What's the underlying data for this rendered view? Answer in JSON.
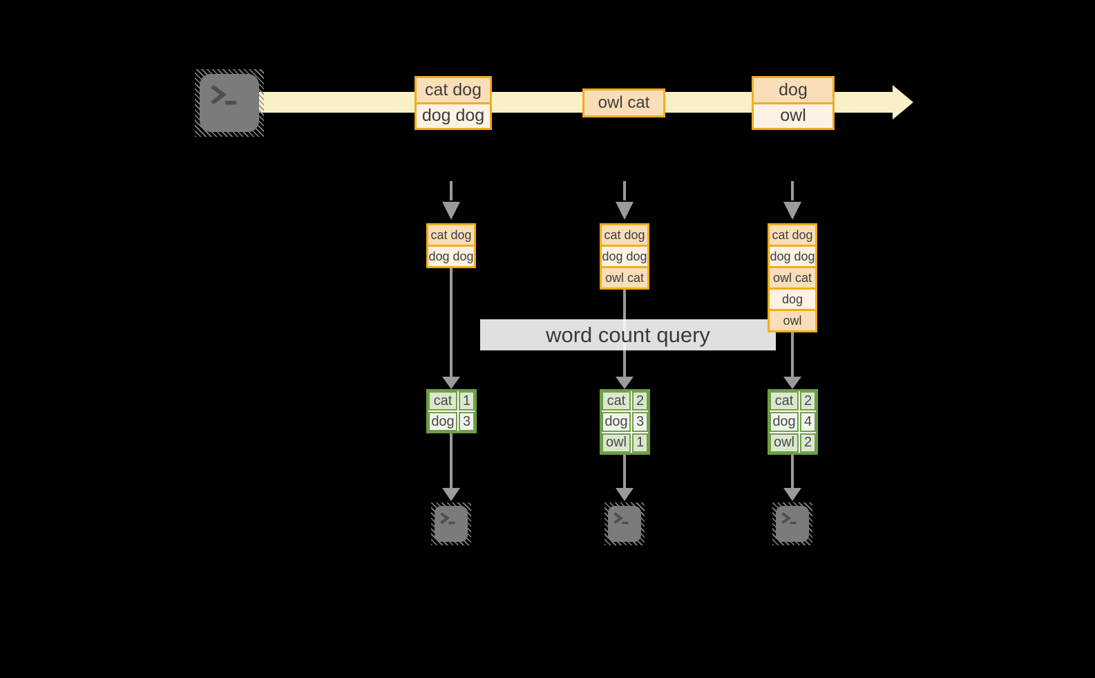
{
  "palette": {
    "background": "#000000",
    "stream_fill": "#faf0c7",
    "event_border": "#f0ad1e",
    "event_fill_dark": "#fadeb8",
    "event_fill_light": "#fdf2e3",
    "table_border": "#6ea046",
    "table_fill_dark": "#dbe7ce",
    "table_fill_light": "#f1f6ed",
    "connector_gray": "#9b9b9b",
    "terminal_gray": "#7b7b7b",
    "text": "#3d3d3d",
    "query_background": "#ffffff"
  },
  "stream": {
    "events": [
      {
        "lines": [
          "cat dog",
          "dog dog"
        ]
      },
      {
        "lines": [
          "owl cat"
        ]
      },
      {
        "lines": [
          "dog",
          "owl"
        ]
      }
    ]
  },
  "query_label": "word count query",
  "columns": [
    {
      "buffer": [
        "cat dog",
        "dog dog"
      ],
      "counts": [
        {
          "word": "cat",
          "count": "1"
        },
        {
          "word": "dog",
          "count": "3"
        }
      ]
    },
    {
      "buffer": [
        "cat dog",
        "dog dog",
        "owl cat"
      ],
      "counts": [
        {
          "word": "cat",
          "count": "2"
        },
        {
          "word": "dog",
          "count": "3"
        },
        {
          "word": "owl",
          "count": "1"
        }
      ]
    },
    {
      "buffer": [
        "cat dog",
        "dog dog",
        "owl cat",
        "dog",
        "owl"
      ],
      "counts": [
        {
          "word": "cat",
          "count": "2"
        },
        {
          "word": "dog",
          "count": "4"
        },
        {
          "word": "owl",
          "count": "2"
        }
      ]
    }
  ],
  "icons": {
    "source": "terminal-prompt-icon",
    "sinks": "terminal-prompt-icon"
  }
}
